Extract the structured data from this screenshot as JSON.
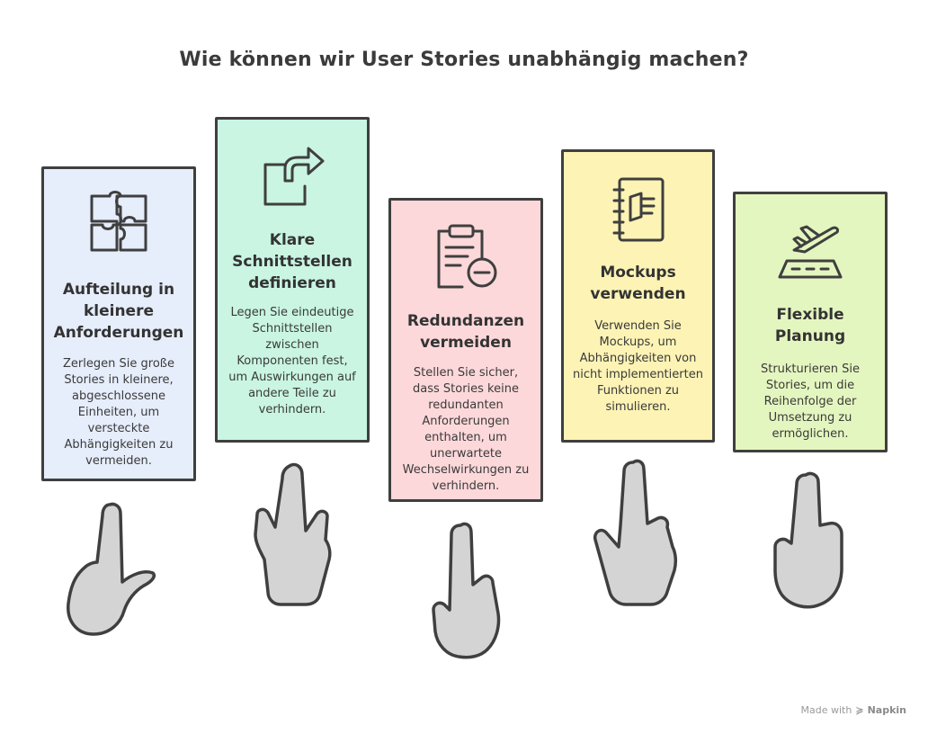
{
  "title": "Wie können wir User Stories unabhängig machen?",
  "cards": [
    {
      "heading": "Aufteilung in kleinere Anforderungen",
      "description": "Zerlegen Sie große Stories in kleinere, abgeschlossene Einheiten, um versteckte Abhängigkeiten zu vermeiden.",
      "icon": "puzzle-icon",
      "color": "#e6edfb"
    },
    {
      "heading": "Klare Schnittstellen definieren",
      "description": "Legen Sie eindeutige Schnittstellen zwischen Komponenten fest, um Auswirkungen auf andere Teile zu verhindern.",
      "icon": "export-arrow-icon",
      "color": "#c9f5e2"
    },
    {
      "heading": "Redundanzen vermeiden",
      "description": "Stellen Sie sicher, dass Stories keine redundanten Anforderungen enthalten, um unerwartete Wechselwirkungen zu verhindern.",
      "icon": "clipboard-minus-icon",
      "color": "#fdd8da"
    },
    {
      "heading": "Mockups verwenden",
      "description": "Verwenden Sie Mockups, um Abhängigkeiten von nicht implementierten Funktionen zu simulieren.",
      "icon": "notebook-icon",
      "color": "#fcf3b5"
    },
    {
      "heading": "Flexible Planung",
      "description": "Strukturieren Sie Stories, um die Reihenfolge der Umsetzung zu ermöglichen.",
      "icon": "plane-runway-icon",
      "color": "#e4f6bf"
    }
  ],
  "footer": {
    "made_with": "Made with",
    "brand": "Napkin"
  },
  "colors": {
    "stroke": "#3f3f3f",
    "hand_fill": "#d4d4d4"
  }
}
